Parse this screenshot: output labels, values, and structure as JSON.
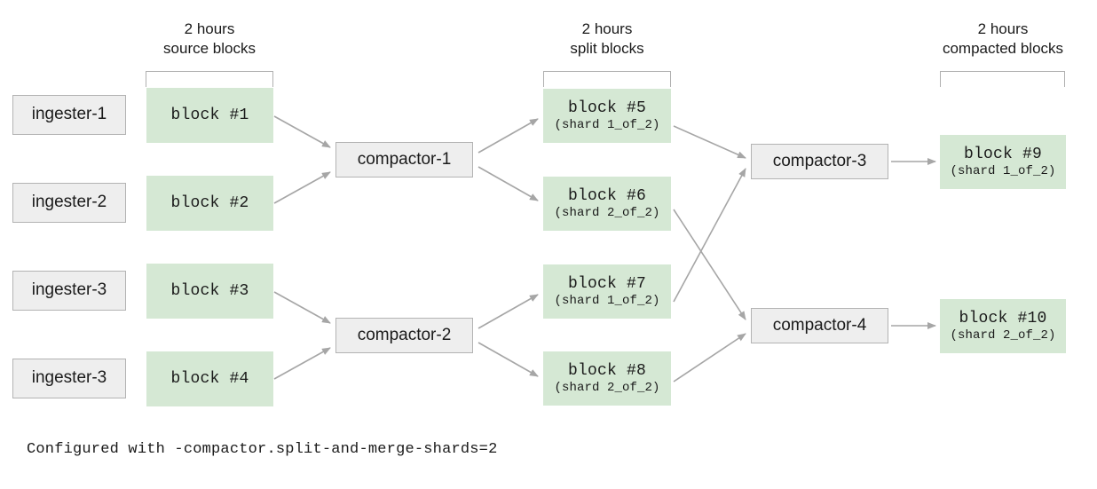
{
  "diagram": {
    "caption": "Configured with -compactor.split-and-merge-shards=2",
    "colors": {
      "block_fill": "#d5e8d4",
      "process_fill": "#eeeeee",
      "process_border": "#b3b3b3",
      "arrow": "#a6a6a6",
      "bracket": "#b0b0b0",
      "text": "#1a1a1a"
    },
    "group_labels": [
      {
        "line1": "2 hours",
        "line2": "source blocks"
      },
      {
        "line1": "2 hours",
        "line2": "split blocks"
      },
      {
        "line1": "2 hours",
        "line2": "compacted blocks"
      }
    ],
    "ingesters": [
      {
        "label": "ingester-1"
      },
      {
        "label": "ingester-2"
      },
      {
        "label": "ingester-3"
      },
      {
        "label": "ingester-3"
      }
    ],
    "source_blocks": [
      {
        "name": "block #1",
        "shard": ""
      },
      {
        "name": "block #2",
        "shard": ""
      },
      {
        "name": "block #3",
        "shard": ""
      },
      {
        "name": "block #4",
        "shard": ""
      }
    ],
    "compactors_stage1": [
      {
        "label": "compactor-1"
      },
      {
        "label": "compactor-2"
      }
    ],
    "split_blocks": [
      {
        "name": "block #5",
        "shard": "(shard 1_of_2)"
      },
      {
        "name": "block #6",
        "shard": "(shard 2_of_2)"
      },
      {
        "name": "block #7",
        "shard": "(shard 1_of_2)"
      },
      {
        "name": "block #8",
        "shard": "(shard 2_of_2)"
      }
    ],
    "compactors_stage2": [
      {
        "label": "compactor-3"
      },
      {
        "label": "compactor-4"
      }
    ],
    "compacted_blocks": [
      {
        "name": "block #9",
        "shard": "(shard 1_of_2)"
      },
      {
        "name": "block #10",
        "shard": "(shard 2_of_2)"
      }
    ]
  }
}
